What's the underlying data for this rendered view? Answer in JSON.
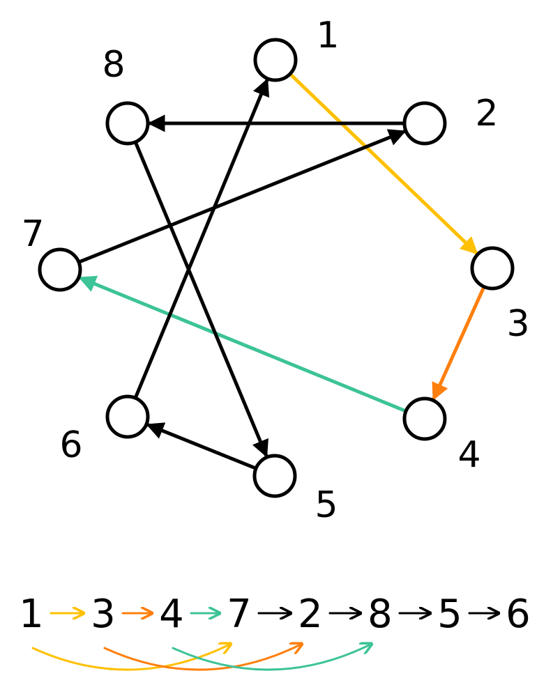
{
  "colors": {
    "default": "#000000",
    "yellow": "#FFC000",
    "orange": "#FF7F0E",
    "teal": "#3CC397"
  },
  "nodes": [
    {
      "id": "1",
      "label": "1"
    },
    {
      "id": "2",
      "label": "2"
    },
    {
      "id": "3",
      "label": "3"
    },
    {
      "id": "4",
      "label": "4"
    },
    {
      "id": "5",
      "label": "5"
    },
    {
      "id": "6",
      "label": "6"
    },
    {
      "id": "7",
      "label": "7"
    },
    {
      "id": "8",
      "label": "8"
    }
  ],
  "edges": [
    {
      "from": "1",
      "to": "3",
      "color": "yellow"
    },
    {
      "from": "3",
      "to": "4",
      "color": "orange"
    },
    {
      "from": "4",
      "to": "7",
      "color": "teal"
    },
    {
      "from": "7",
      "to": "2",
      "color": "default"
    },
    {
      "from": "2",
      "to": "8",
      "color": "default"
    },
    {
      "from": "8",
      "to": "5",
      "color": "default"
    },
    {
      "from": "5",
      "to": "6",
      "color": "default"
    },
    {
      "from": "6",
      "to": "1",
      "color": "default"
    }
  ],
  "sequence": {
    "items": [
      "1",
      "3",
      "4",
      "7",
      "2",
      "8",
      "5",
      "6"
    ],
    "arrow_symbol": "→",
    "arrow_colors": [
      "yellow",
      "orange",
      "teal",
      "default",
      "default",
      "default",
      "default"
    ],
    "curves": [
      {
        "from_index": 0,
        "to_index": 3,
        "color": "yellow"
      },
      {
        "from_index": 1,
        "to_index": 4,
        "color": "orange"
      },
      {
        "from_index": 2,
        "to_index": 5,
        "color": "teal"
      }
    ]
  }
}
